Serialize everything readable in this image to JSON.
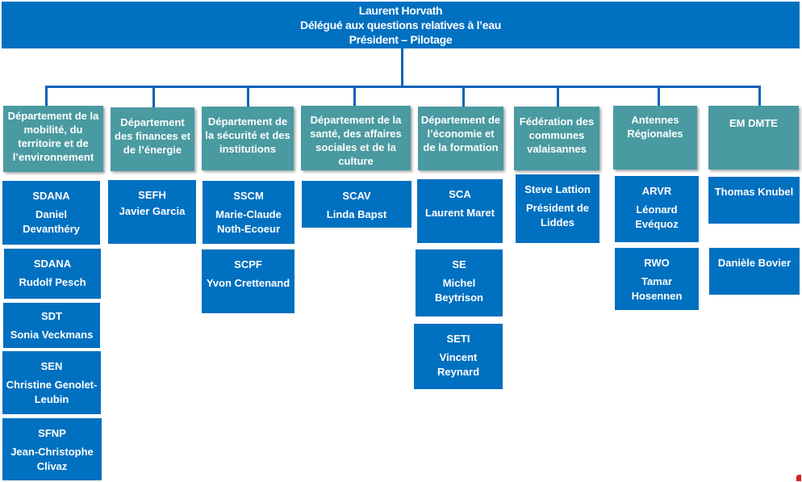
{
  "head": {
    "name": "Laurent Horvath",
    "role": "Délégué aux questions relatives à l’eau",
    "function": "Président – Pilotage"
  },
  "colors": {
    "head_box": "#0070c0",
    "department_box": "#4a9aa1",
    "unit_box": "#0070c0",
    "connector": "#0d62b8"
  },
  "departments": [
    {
      "label": "Département de la mobilité, du territoire et de l’environnement",
      "units": [
        {
          "code": "SDANA",
          "person": "Daniel Devanthéry"
        },
        {
          "code": "SDANA",
          "person": "Rudolf Pesch"
        },
        {
          "code": "SDT",
          "person": "Sonia Veckmans"
        },
        {
          "code": "SEN",
          "person": "Christine Genolet-Leubin"
        },
        {
          "code": "SFNP",
          "person": "Jean-Christophe Clivaz"
        }
      ]
    },
    {
      "label": "Département des finances et de l’énergie",
      "units": [
        {
          "code": "SEFH",
          "person": "Javier Garcia"
        }
      ]
    },
    {
      "label": "Département de la sécurité et des institutions",
      "units": [
        {
          "code": "SSCM",
          "person": "Marie-Claude Noth-Ecoeur"
        },
        {
          "code": "SCPF",
          "person": "Yvon Crettenand"
        }
      ]
    },
    {
      "label": "Département de la santé, des affaires sociales et de la culture",
      "units": [
        {
          "code": "SCAV",
          "person": "Linda Bapst"
        }
      ]
    },
    {
      "label": "Département de l’économie et de la formation",
      "units": [
        {
          "code": "SCA",
          "person": "Laurent Maret"
        },
        {
          "code": "SE",
          "person": "Michel Beytrison"
        },
        {
          "code": "SETI",
          "person": "Vincent Reynard"
        }
      ]
    },
    {
      "label": "Fédération des communes valaisannes",
      "units": [
        {
          "code": "Steve Lattion",
          "person": "Président de Liddes"
        }
      ]
    },
    {
      "label": "Antennes Régionales",
      "units": [
        {
          "code": "ARVR",
          "person": "Léonard Evéquoz"
        },
        {
          "code": "RWO",
          "person": "Tamar Hosennen"
        }
      ]
    },
    {
      "label": "EM DMTE",
      "units": [
        {
          "code": "Thomas Knubel",
          "person": ""
        },
        {
          "code": "Danièle Bovier",
          "person": ""
        }
      ]
    }
  ]
}
